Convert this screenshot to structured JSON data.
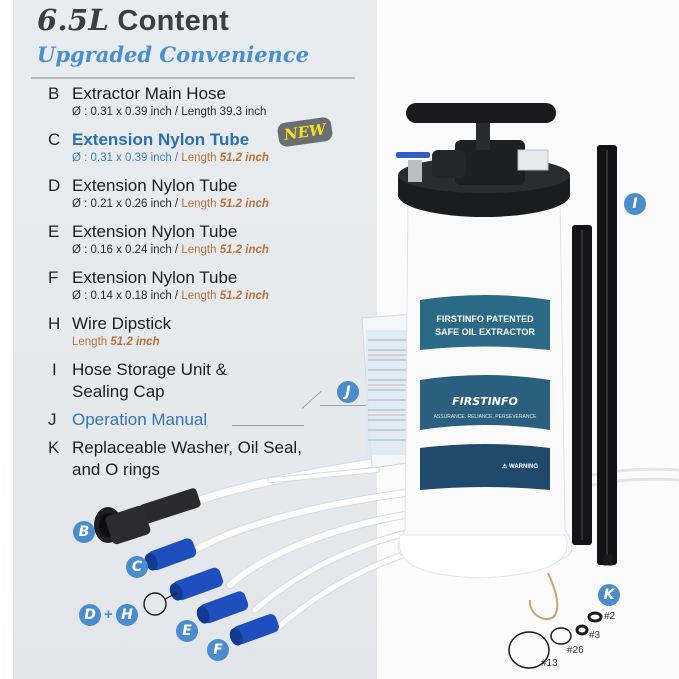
{
  "header": {
    "title_capacity": "6.5L",
    "title_rest": " Content",
    "subtitle": "Upgraded Convenience"
  },
  "badge_new": "NEW",
  "items": [
    {
      "letter": "B",
      "name": "Extractor Main Hose",
      "spec_dim": "Ø : 0.31 x 0.39 inch / Length 39.3 inch",
      "spec_len_label": "",
      "spec_len_value": ""
    },
    {
      "letter": "C",
      "name": "Extension Nylon Tube",
      "spec_dim": "Ø : 0.31 x 0.39 inch / ",
      "spec_len_label": "Length ",
      "spec_len_value": "51.2 inch"
    },
    {
      "letter": "D",
      "name": "Extension Nylon Tube",
      "spec_dim": "Ø : 0.21 x 0.26 inch / ",
      "spec_len_label": "Length ",
      "spec_len_value": "51.2 inch"
    },
    {
      "letter": "E",
      "name": "Extension Nylon Tube",
      "spec_dim": "Ø : 0.16 x 0.24 inch / ",
      "spec_len_label": "Length ",
      "spec_len_value": "51.2 inch"
    },
    {
      "letter": "F",
      "name": "Extension Nylon Tube",
      "spec_dim": "Ø : 0.14 x 0.18 inch / ",
      "spec_len_label": "Length ",
      "spec_len_value": "51.2 inch"
    },
    {
      "letter": "H",
      "name": "Wire Dipstick",
      "spec_dim": "",
      "spec_len_label": "Length ",
      "spec_len_value": "51.2 inch"
    },
    {
      "letter": "I",
      "name": "Hose Storage Unit &",
      "name2": "Sealing Cap"
    },
    {
      "letter": "J",
      "name": "Operation Manual"
    },
    {
      "letter": "K",
      "name": "Replaceable Washer, Oil Seal,",
      "name2": "and O rings"
    }
  ],
  "callouts": {
    "B": "B",
    "C": "C",
    "D": "D",
    "H": "H",
    "E": "E",
    "F": "F",
    "I": "I",
    "J": "J",
    "K": "K",
    "plus": "+"
  },
  "parts_labels": {
    "p2": "#2",
    "p3": "#3",
    "p26": "#26",
    "p13": "#13"
  },
  "product_labels": {
    "label1_line1": "FIRSTINFO PATENTED",
    "label1_line2": "SAFE OIL EXTRACTOR",
    "brand": "FIRSTINFO",
    "tagline": "ASSURANCE. RELIANCE. PERSEVERANCE",
    "warning": "⚠ WARNING"
  },
  "colors": {
    "accent_blue": "#4a8ccc",
    "title_gray": "#3d3e40",
    "length_orange": "#b9713a",
    "new_yellow": "#f5e11f",
    "label_teal": "#2b6a86",
    "label_navy": "#1f4a6e",
    "tube_blue": "#1f4fbf"
  }
}
